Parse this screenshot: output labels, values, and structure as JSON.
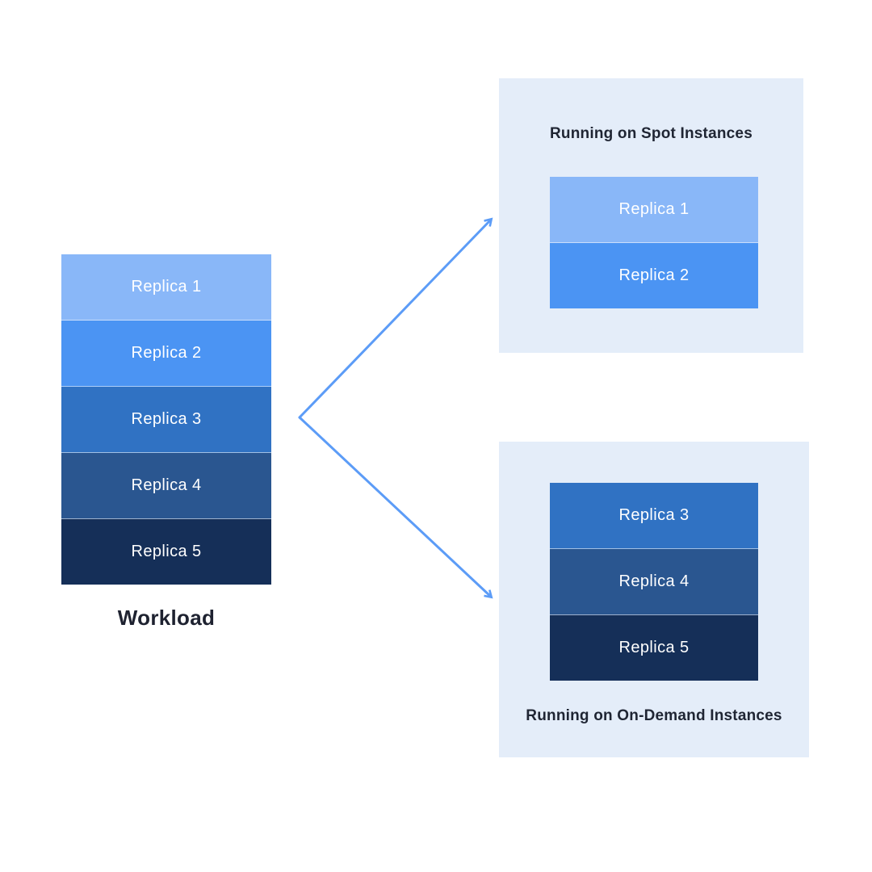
{
  "colors": {
    "replica_1": "#89B7F8",
    "replica_2": "#4B94F3",
    "replica_3": "#3072C3",
    "replica_4": "#2A5690",
    "replica_5": "#152F58",
    "arrow": "#5C9CF7",
    "panel_bg": "#E4EDF9",
    "title_text": "#1F2533",
    "replica_text": "#FFFFFF"
  },
  "workload": {
    "label": "Workload",
    "replicas": [
      {
        "label": "Replica 1",
        "color": "#89B7F8"
      },
      {
        "label": "Replica 2",
        "color": "#4B94F3"
      },
      {
        "label": "Replica 3",
        "color": "#3072C3"
      },
      {
        "label": "Replica 4",
        "color": "#2A5690"
      },
      {
        "label": "Replica 5",
        "color": "#152F58"
      }
    ]
  },
  "spot_panel": {
    "title": "Running on Spot Instances",
    "replicas": [
      {
        "label": "Replica 1",
        "color": "#89B7F8"
      },
      {
        "label": "Replica 2",
        "color": "#4B94F3"
      }
    ]
  },
  "on_demand_panel": {
    "title": "Running on On-Demand Instances",
    "replicas": [
      {
        "label": "Replica 3",
        "color": "#3072C3"
      },
      {
        "label": "Replica 4",
        "color": "#2A5690"
      },
      {
        "label": "Replica 5",
        "color": "#152F58"
      }
    ]
  }
}
